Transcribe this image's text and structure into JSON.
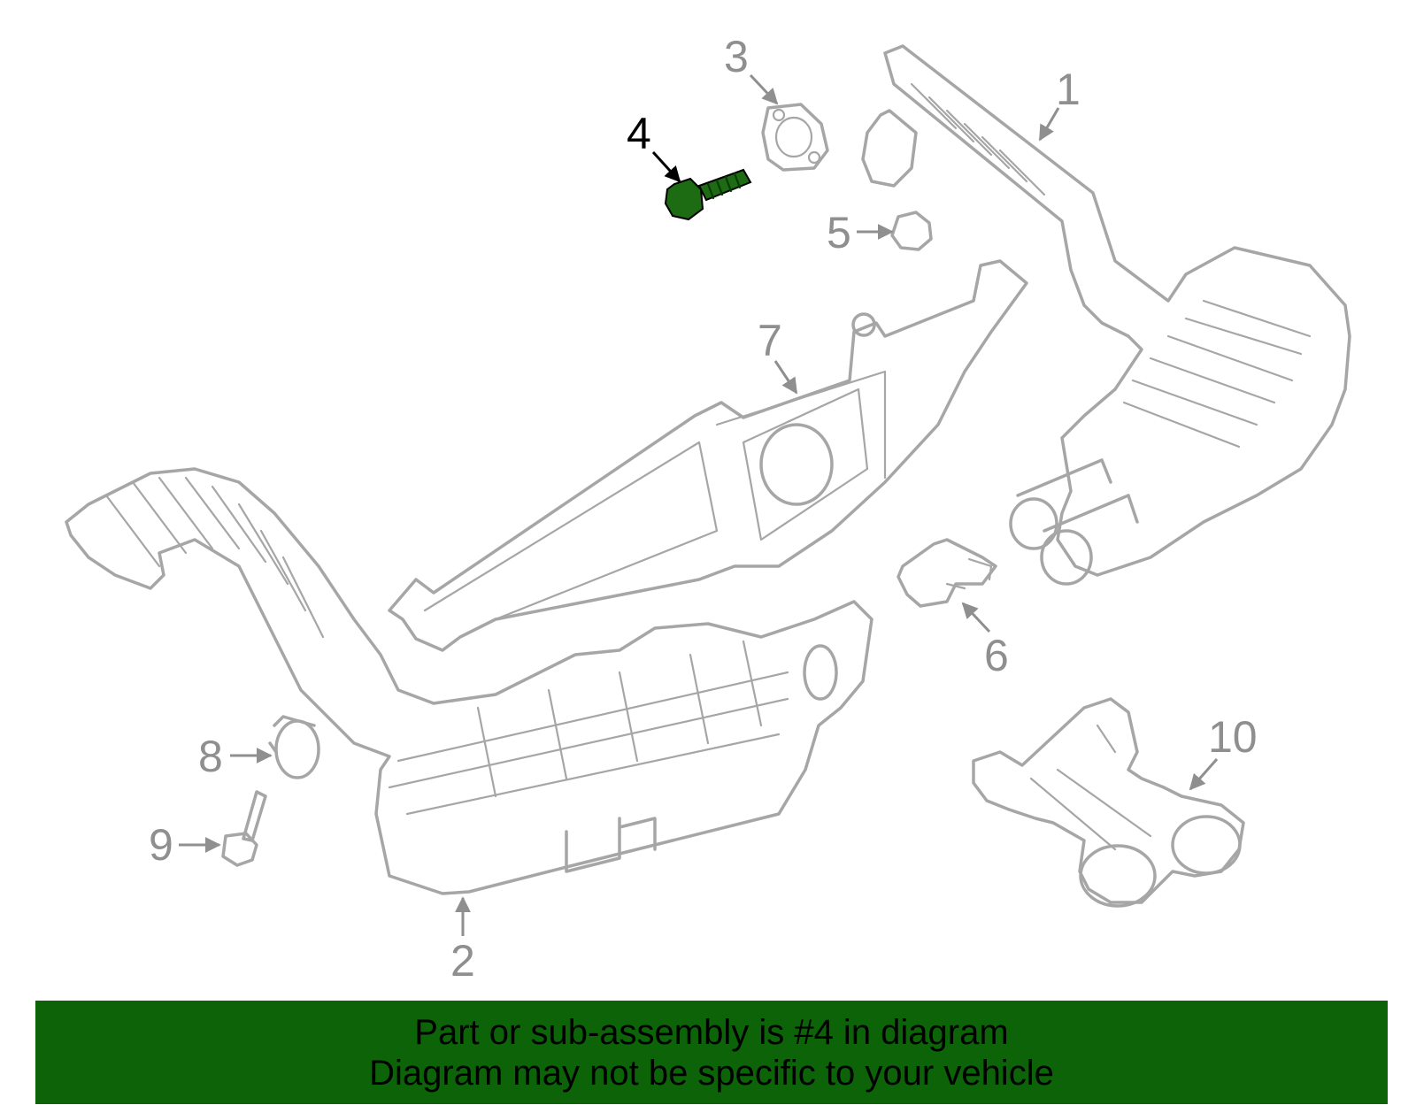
{
  "colors": {
    "part_outline": "#a6a6a6",
    "label_text": "#8f8f8f",
    "highlight_part": "#1d6b12",
    "highlight_label": "#000000",
    "banner_background": "#0c6308",
    "banner_text": "#000000"
  },
  "callouts": [
    {
      "number": "1",
      "highlighted": false
    },
    {
      "number": "2",
      "highlighted": false
    },
    {
      "number": "3",
      "highlighted": false
    },
    {
      "number": "4",
      "highlighted": true
    },
    {
      "number": "5",
      "highlighted": false
    },
    {
      "number": "6",
      "highlighted": false
    },
    {
      "number": "7",
      "highlighted": false
    },
    {
      "number": "8",
      "highlighted": false
    },
    {
      "number": "9",
      "highlighted": false
    },
    {
      "number": "10",
      "highlighted": false
    }
  ],
  "banner": {
    "line1": "Part or sub-assembly is #4 in diagram",
    "line2": "Diagram may not be specific to your vehicle"
  }
}
